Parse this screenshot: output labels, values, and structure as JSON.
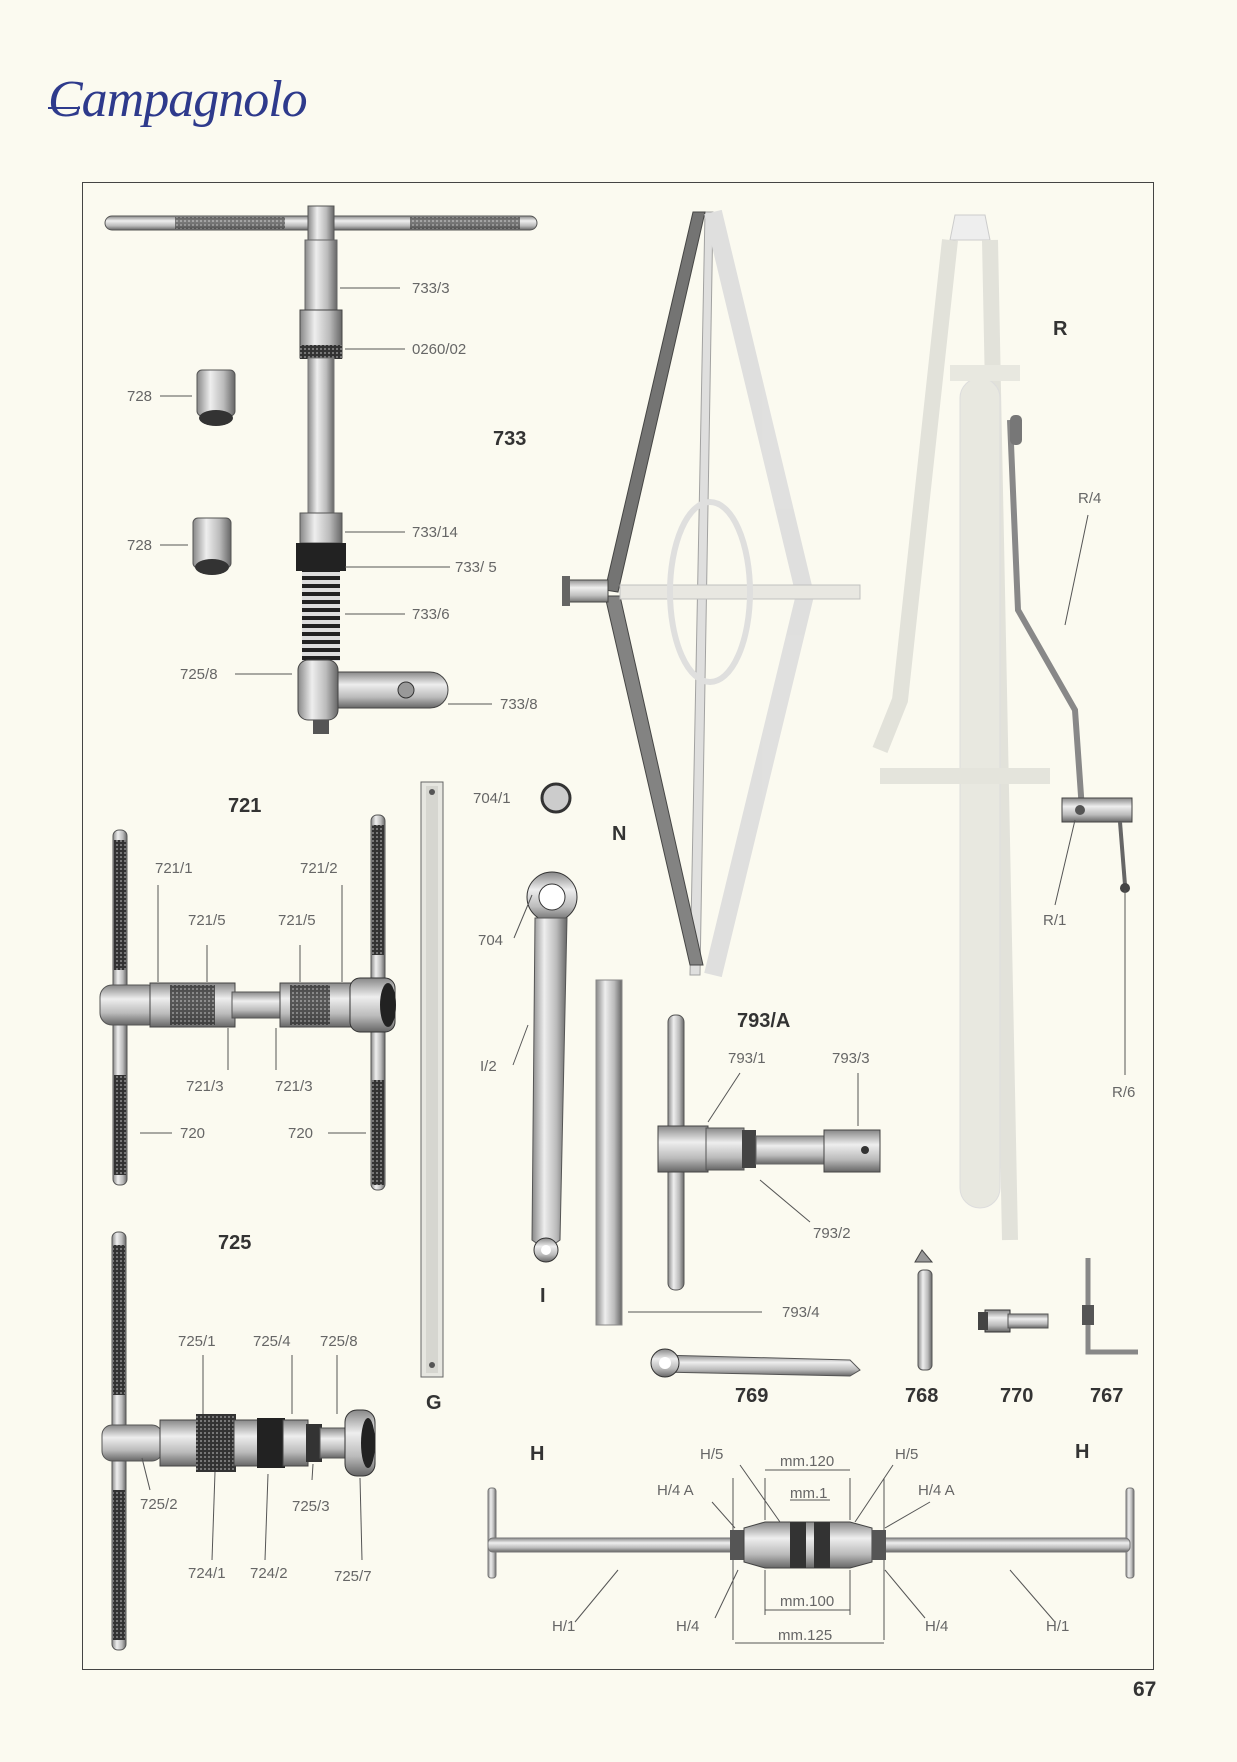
{
  "brand": {
    "logo": "Campagnolo"
  },
  "page_number": "67",
  "labels": {
    "l733_3": "733/3",
    "l0260": "0260/02",
    "l728a": "728",
    "l728b": "728",
    "l733": "733",
    "l733_14": "733/14",
    "l733_5": "733/ 5",
    "l733_6": "733/6",
    "l725_8a": "725/8",
    "l733_8": "733/8",
    "l721": "721",
    "l721_1": "721/1",
    "l721_2": "721/2",
    "l721_5a": "721/5",
    "l721_5b": "721/5",
    "l721_3a": "721/3",
    "l721_3b": "721/3",
    "l720a": "720",
    "l720b": "720",
    "l704_1": "704/1",
    "l704": "704",
    "lI2": "I/2",
    "lI": "I",
    "lG": "G",
    "lN": "N",
    "lR": "R",
    "lR4": "R/4",
    "lR1": "R/1",
    "lR6": "R/6",
    "l793A": "793/A",
    "l793_1": "793/1",
    "l793_3": "793/3",
    "l793_2": "793/2",
    "l793_4": "793/4",
    "l725": "725",
    "l725_1": "725/1",
    "l725_4": "725/4",
    "l725_8b": "725/8",
    "l725_2": "725/2",
    "l725_3": "725/3",
    "l724_1": "724/1",
    "l724_2": "724/2",
    "l725_7": "725/7",
    "l769": "769",
    "l768": "768",
    "l770": "770",
    "l767": "767",
    "lHa": "H",
    "lHb": "H",
    "lH5a": "H/5",
    "lH5b": "H/5",
    "lH4Aa": "H/4 A",
    "lH4Ab": "H/4 A",
    "lmm120": "mm.120",
    "lmm1": "mm.1",
    "lmm100": "mm.100",
    "lmm125": "mm.125",
    "lH1a": "H/1",
    "lH4a": "H/4",
    "lH4b": "H/4",
    "lH1b": "H/1"
  }
}
